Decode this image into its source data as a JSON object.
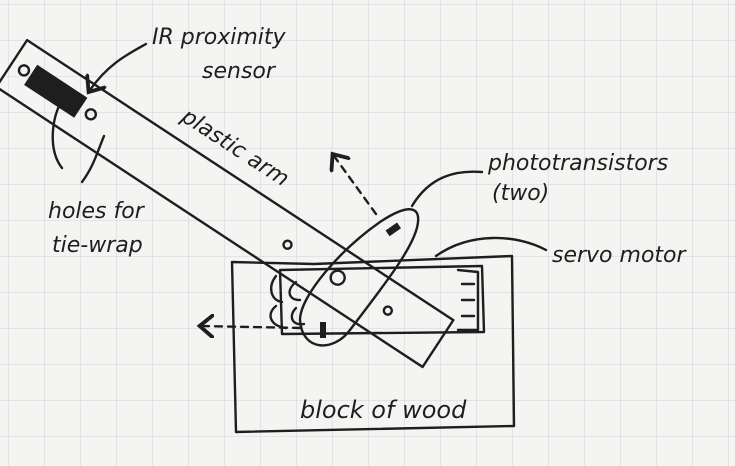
{
  "labels": {
    "ir_sensor_line1": "IR proximity",
    "ir_sensor_line2": "sensor",
    "plastic_arm": "plastic arm",
    "holes_line1": "holes for",
    "holes_line2": "tie-wrap",
    "phototransistors_line1": "phototransistors",
    "phototransistors_line2": "(two)",
    "servo_motor": "servo motor",
    "block_of_wood": "block of wood"
  },
  "colors": {
    "paper": "#f4f4f2",
    "grid": "#cfd3d6",
    "ink": "#1e1e1e",
    "hatch": "#3a3a3a"
  }
}
